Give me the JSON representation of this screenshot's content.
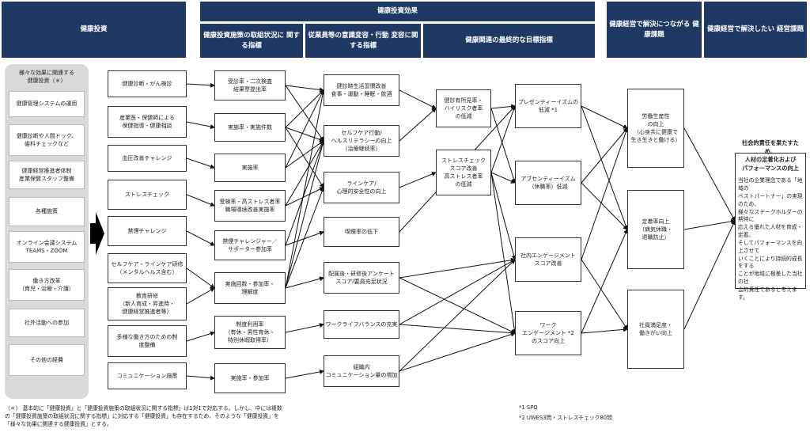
{
  "headers": {
    "investment": "健康投資",
    "effect": "健康投資効果",
    "col_measures": "健康投資施策の取組状況に\n関する指標",
    "col_awareness": "従業員等の意識変容・行動\n変容に関する指標",
    "col_final": "健康関連の最終的な目標指標",
    "col_issues": "健康経営で解決につながる\n健康課題",
    "col_goal": "健康経営で解決したい\n経営課題"
  },
  "left_panel": {
    "title": "様々な効果に関連する\n健康投資（＊）",
    "items": [
      "健康管理システムの運用",
      "健康診断や人間ドック、\n歯科チェックなど",
      "健康経営推進者体制\n産業保健スタッフ整備",
      "各種施策",
      "オンライン会議システム\nTEAMS・ZOOM",
      "働き方改革\n（育児・治療・介護）",
      "社外活動への参加",
      "その他の経費"
    ]
  },
  "investments": [
    "健康診断・がん検診",
    "産業医・保健師による\n保健指導・健康相談",
    "血圧改善チャレンジ",
    "ストレスチェック",
    "禁煙チャレンジ",
    "セルフケア・ラインケア研修\n（メンタルヘルス含む）",
    "教育研修\n（新人育成・昇進時・\n健康経営推進者等）",
    "多様な働き方のための制\n度整備",
    "コミュニケーション施策"
  ],
  "measures": [
    "受診率・二次検査\n結果票提出率",
    "実施率・実施件数",
    "実施率",
    "受検率・高ストレス者率\n職場環境改善実施率",
    "禁煙チャレンジャー／\nサポーター参加率",
    "実施回数・参加率・\n理解度",
    "制度利用率\n（有休・男性育休・\n特別休暇取得率）",
    "実施率・参加率"
  ],
  "awareness": [
    "健診時生活習慣改善\n食事・運動・睡眠・飲酒",
    "セルフケア行動/\nヘルスリテラシーの向上\n（治療継続率）",
    "ラインケア/\n心理的安全性の向上",
    "喫煙率の低下",
    "配属後・研修後アンケート\nスコア/要員充足状況",
    "ワークライフバランスの充実",
    "組織内\nコミュニケーション量の増加"
  ],
  "intermediate": [
    "健診有所見率・\nハイリスク者率\nの低減",
    "ストレスチェック\nスコア改善\n高ストレス者率\nの低減"
  ],
  "final_targets": [
    "プレゼンティーイズムの\n低減 *1",
    "アブセンティーイズム\n（休職率）低減",
    "社内エンゲージメント\nスコア改善",
    "ワーク\nエンゲージメント *2\nのスコア向上"
  ],
  "issues": [
    "労働生産性\nの向上\n（心身共に健康で\n生き生きと働ける）",
    "定着率向上\n（病気休職・\n退職防止）",
    "社員満足度・\n働きがい向上"
  ],
  "goal": {
    "title": "社会的責任を果たすため、\n人材の定着化および\nパフォーマンスの向上",
    "body": "当社の企業理念である「地域の\nベストパートナー」の実現のため、\n様々なステークホルダーの期待に\n応える優れた人材を育成・定着、\nそしてパフォーマンスを向上させて\nいくことにより持続的成長をする\nことが地域に根差した当社の社\n会的責任であると考えます。"
  },
  "footnote": "（＊） 基本的に「健康投資」と「健康投資施策の取組状況に関する指標」は1対1で対応する。しかし、中には複数\nの「健康投資施策の取組状況に関する指標」に対応する「健康投資」も存在するため、そのような「健康投資」を\n「様々な効果に関連する健康投資」とする。",
  "notes": [
    "*1  SPQ",
    "*2  UWES3問・ストレスチェック80問"
  ],
  "colors": {
    "header": "#1f3864",
    "panel": "#d9d9d9",
    "line": "#111111"
  }
}
